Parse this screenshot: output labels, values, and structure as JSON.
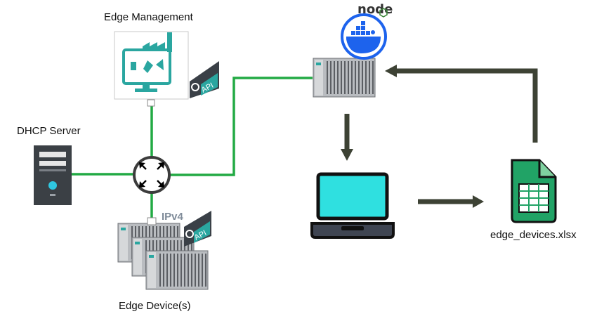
{
  "labels": {
    "edge_management": "Edge Management",
    "dhcp_server": "DHCP Server",
    "edge_devices": "Edge Device(s)",
    "excel_file": "edge_devices.xlsx",
    "ipv4": "IPv4",
    "api_top": "API",
    "api_bottom": "API",
    "node_logo": "node"
  },
  "colors": {
    "network_link": "#22aa44",
    "flow_arrow": "#3d4234",
    "teal": "#2aa6a0",
    "docker_blue": "#1d63ed",
    "excel_green": "#21a366",
    "screen_cyan": "#2fe0e0"
  },
  "icons": {
    "edge_management": "factory-monitor-icon",
    "dhcp": "server-tower-icon",
    "router": "router-icon",
    "industrial_pc": "industrial-pc-icon",
    "laptop": "laptop-icon",
    "excel": "spreadsheet-file-icon",
    "docker": "docker-icon",
    "node": "nodejs-icon"
  }
}
